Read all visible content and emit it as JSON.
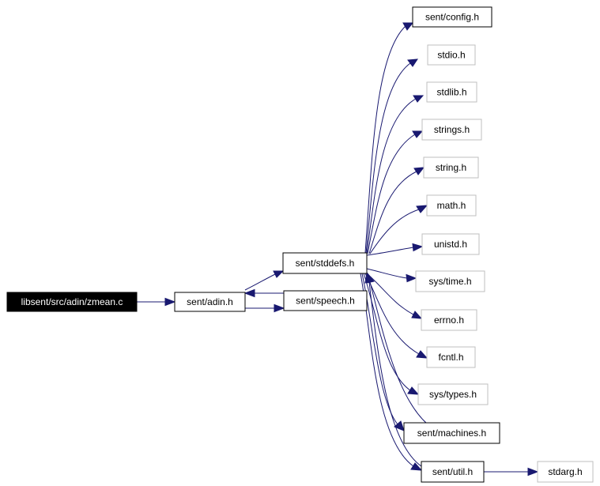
{
  "colors": {
    "edge": "#191970",
    "root_fill": "#000000",
    "root_text": "#ffffff",
    "documented_border": "#000000",
    "undocumented_border": "#bfbfbf",
    "node_text": "#000000"
  },
  "diagram": {
    "nodes": [
      {
        "id": "zmean_c",
        "label": "libsent/src/adin/zmean.c",
        "style": "root"
      },
      {
        "id": "adin_h",
        "label": "sent/adin.h",
        "style": "documented"
      },
      {
        "id": "stddefs_h",
        "label": "sent/stddefs.h",
        "style": "documented"
      },
      {
        "id": "speech_h",
        "label": "sent/speech.h",
        "style": "documented"
      },
      {
        "id": "config_h",
        "label": "sent/config.h",
        "style": "documented"
      },
      {
        "id": "stdio_h",
        "label": "stdio.h",
        "style": "undocumented"
      },
      {
        "id": "stdlib_h",
        "label": "stdlib.h",
        "style": "undocumented"
      },
      {
        "id": "strings_h",
        "label": "strings.h",
        "style": "undocumented"
      },
      {
        "id": "string_h",
        "label": "string.h",
        "style": "undocumented"
      },
      {
        "id": "math_h",
        "label": "math.h",
        "style": "undocumented"
      },
      {
        "id": "unistd_h",
        "label": "unistd.h",
        "style": "undocumented"
      },
      {
        "id": "time_h",
        "label": "sys/time.h",
        "style": "undocumented"
      },
      {
        "id": "errno_h",
        "label": "errno.h",
        "style": "undocumented"
      },
      {
        "id": "fcntl_h",
        "label": "fcntl.h",
        "style": "undocumented"
      },
      {
        "id": "types_h",
        "label": "sys/types.h",
        "style": "undocumented"
      },
      {
        "id": "machines_h",
        "label": "sent/machines.h",
        "style": "documented"
      },
      {
        "id": "util_h",
        "label": "sent/util.h",
        "style": "documented"
      },
      {
        "id": "stdarg_h",
        "label": "stdarg.h",
        "style": "undocumented"
      }
    ],
    "edges": [
      {
        "from": "zmean_c",
        "to": "adin_h"
      },
      {
        "from": "adin_h",
        "to": "stddefs_h"
      },
      {
        "from": "adin_h",
        "to": "speech_h"
      },
      {
        "from": "speech_h",
        "to": "adin_h"
      },
      {
        "from": "stddefs_h",
        "to": "config_h"
      },
      {
        "from": "stddefs_h",
        "to": "stdio_h"
      },
      {
        "from": "stddefs_h",
        "to": "stdlib_h"
      },
      {
        "from": "stddefs_h",
        "to": "strings_h"
      },
      {
        "from": "stddefs_h",
        "to": "string_h"
      },
      {
        "from": "stddefs_h",
        "to": "math_h"
      },
      {
        "from": "stddefs_h",
        "to": "unistd_h"
      },
      {
        "from": "stddefs_h",
        "to": "time_h"
      },
      {
        "from": "stddefs_h",
        "to": "errno_h"
      },
      {
        "from": "stddefs_h",
        "to": "fcntl_h"
      },
      {
        "from": "stddefs_h",
        "to": "types_h"
      },
      {
        "from": "stddefs_h",
        "to": "machines_h"
      },
      {
        "from": "stddefs_h",
        "to": "util_h"
      },
      {
        "from": "machines_h",
        "to": "stddefs_h"
      },
      {
        "from": "util_h",
        "to": "stddefs_h"
      },
      {
        "from": "util_h",
        "to": "stdarg_h"
      }
    ]
  }
}
